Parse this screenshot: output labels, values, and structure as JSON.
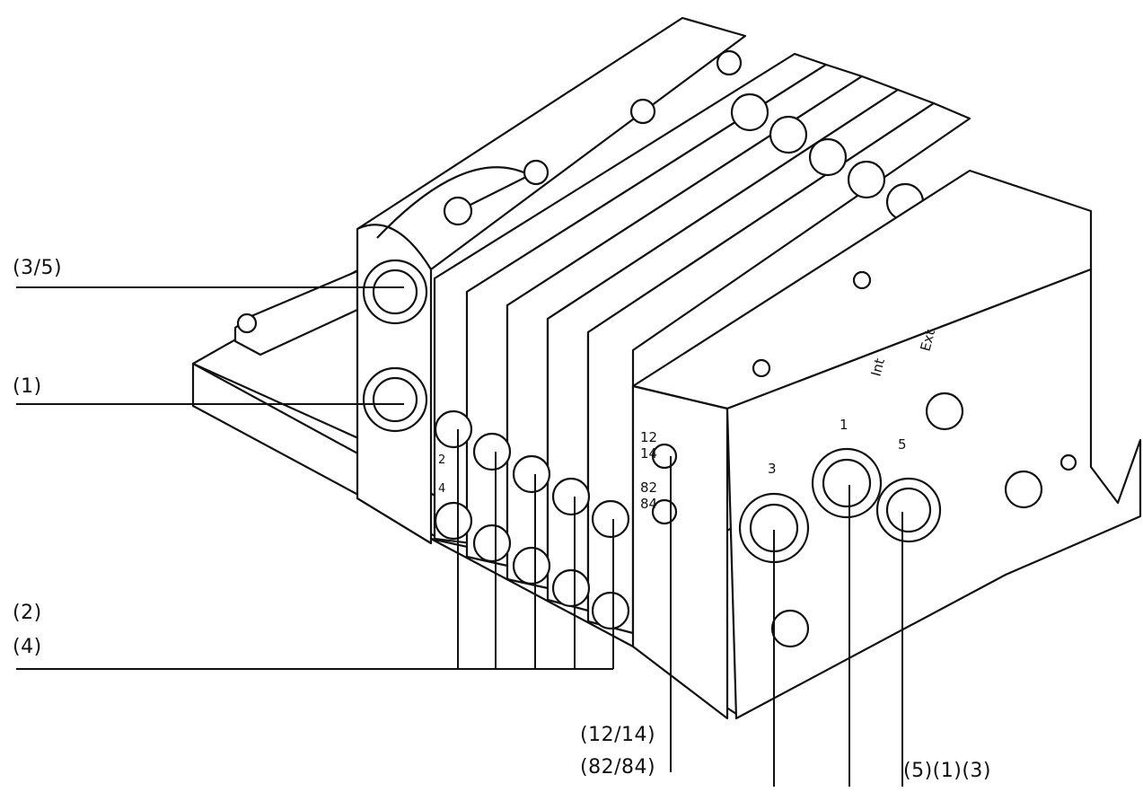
{
  "callouts": {
    "exhaust_35": "(3/5)",
    "supply_1": "(1)",
    "outputs_2": "(2)",
    "outputs_4": "(4)",
    "pilot_1214": "(12/14)",
    "pilot_8284": "(82/84)",
    "bottom_513": "(5)(1)(3)"
  },
  "markings": {
    "valve_ports": [
      "2",
      "4"
    ],
    "end_plate_ports": [
      "12",
      "14",
      "82",
      "84"
    ],
    "end_plate_main": [
      "3",
      "1",
      "5"
    ],
    "switch_int": "Int",
    "switch_ext": "Ext"
  },
  "colors": {
    "line": "#111111",
    "fill": "#ffffff",
    "shade": "#d8d8d8"
  }
}
